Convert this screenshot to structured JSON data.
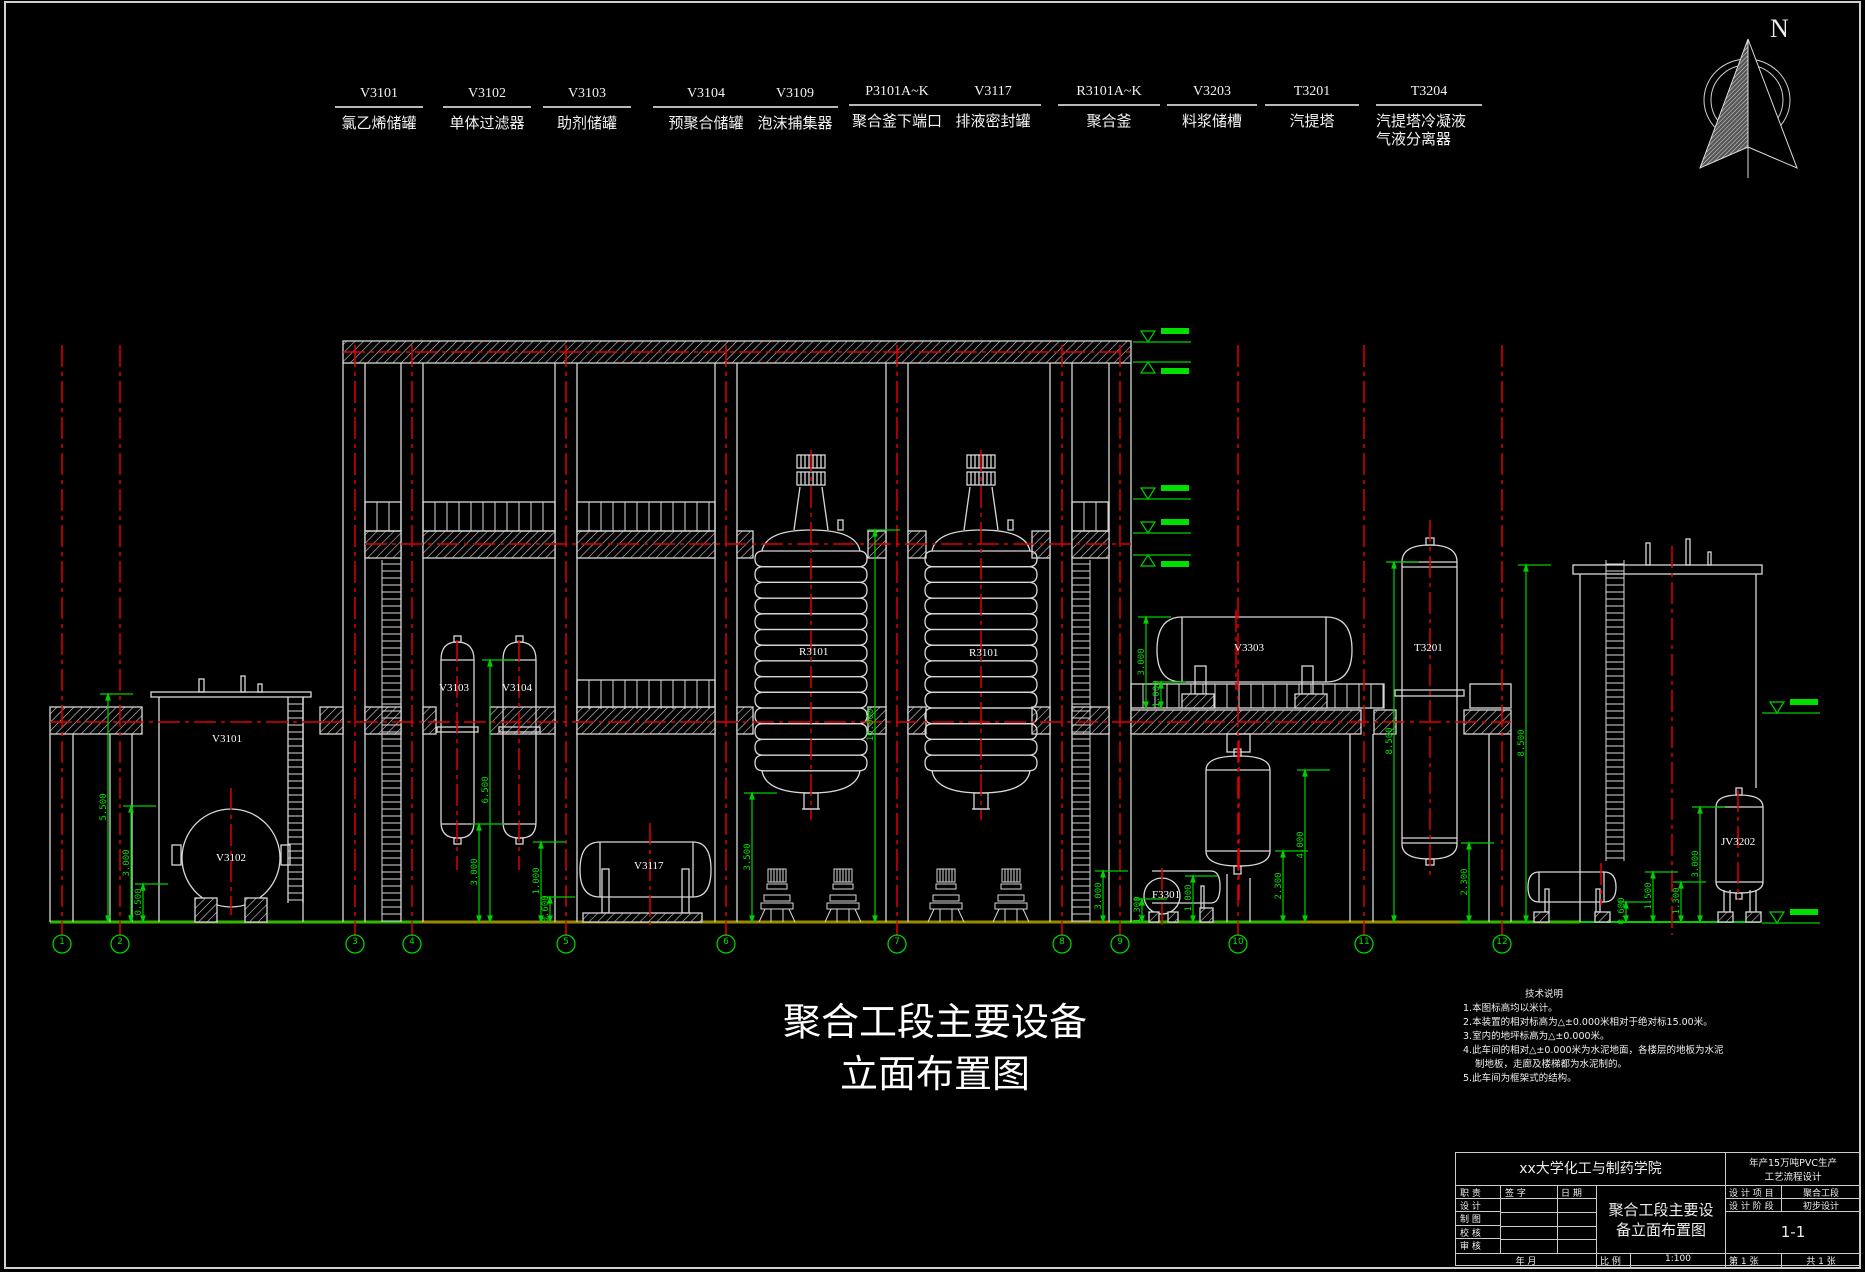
{
  "legend": [
    {
      "code": "V3101",
      "name": "氯乙烯储罐"
    },
    {
      "code": "V3102",
      "name": "单体过滤器"
    },
    {
      "code": "V3103",
      "name": "助剂储罐"
    },
    {
      "code": "V3104",
      "name": "预聚合储罐"
    },
    {
      "code": "V3109",
      "name": "泡沫捕集器"
    },
    {
      "code": "P3101A~K",
      "name": "聚合釜下端口"
    },
    {
      "code": "V3117",
      "name": "排液密封罐"
    },
    {
      "code": "R3101A~K",
      "name": "聚合釜"
    },
    {
      "code": "V3203",
      "name": "料浆储槽"
    },
    {
      "code": "T3201",
      "name": "汽提塔"
    },
    {
      "code": "T3204",
      "name": "汽提塔冷凝液\n气液分离器"
    }
  ],
  "north_label": "N",
  "equipment_tags": {
    "v3101": "V3101",
    "v3102": "V3102",
    "v3103": "V3103",
    "v3104": "V3104",
    "v3117": "V3117",
    "r3101a": "R3101",
    "r3101b": "R3101",
    "v3303": "V3303",
    "f3301": "F3301",
    "t3201": "T3201",
    "jv3202": "JV3202"
  },
  "dimensions": {
    "d_v3101_h": "5.500",
    "d_v3102_h": "3.000",
    "d_v3102_base": "0.500",
    "d_v3103_top": "6.500",
    "d_v3103_bot": "3.000",
    "d_v3117_h": "1.000",
    "d_v3117_base": "0.600",
    "d_r3101_h": "10.000",
    "d_r3101_base": "3.500",
    "d_col9": "3.000",
    "d_v3303_h": "3.000",
    "d_v3303_base": "1.000",
    "d_f3301_h": "1.000",
    "d_f3301_base": "1.300",
    "d_v3203_top": "4.000",
    "d_v3203_bot": "2.300",
    "d_t3201_h": "8.500",
    "d_t3201_bot": "2.300",
    "d_right_h": "8.500",
    "d_right_tank": "1.500",
    "d_right_tank_base": "0.600",
    "d_jv_h": "3.000",
    "d_jv_base": "1.300"
  },
  "axes": [
    "1",
    "2",
    "3",
    "4",
    "5",
    "6",
    "7",
    "8",
    "9",
    "10",
    "11",
    "12"
  ],
  "drawing_title": {
    "line1": "聚合工段主要设备",
    "line2": "立面布置图"
  },
  "notes": {
    "heading": "技术说明",
    "items": [
      "1.本图标高均以米计。",
      "2.本装置的相对标高为△±0.000米相对于绝对标15.00米。",
      "3.室内的地坪标高为△±0.000米。",
      "4.此车间的相对△±0.000米为水泥地面，各楼层的地板为水泥",
      "制地板，走廊及楼梯都为水泥制的。",
      "5.此车间为框架式的结构。"
    ]
  },
  "title_block": {
    "school": "xx大学化工与制药学院",
    "project_line1": "年产15万吨PVC生产",
    "project_line2": "工艺流程设计",
    "role_header": "职 责",
    "sign_header": "签    字",
    "date_header": "日 期",
    "roles": [
      "设 计",
      "制 图",
      "校 核",
      "审 核"
    ],
    "drawing_name_line1": "聚合工段主要设",
    "drawing_name_line2": "备立面布置图",
    "item_label": "设 计 项 目",
    "item_value": "聚合工段",
    "stage_label": "设 计 阶 段",
    "stage_value": "初步设计",
    "drawing_no": "1-1",
    "year_month": "年        月",
    "scale_label": "比 例",
    "scale_value": "1:100",
    "sheet_label": "第  1  张",
    "total_label": "共  1  张"
  },
  "colors": {
    "background": "#000000",
    "line": "#d8d8d8",
    "centerline": "#e00000",
    "dimension": "#00e000",
    "ground": "#9a8a00"
  }
}
